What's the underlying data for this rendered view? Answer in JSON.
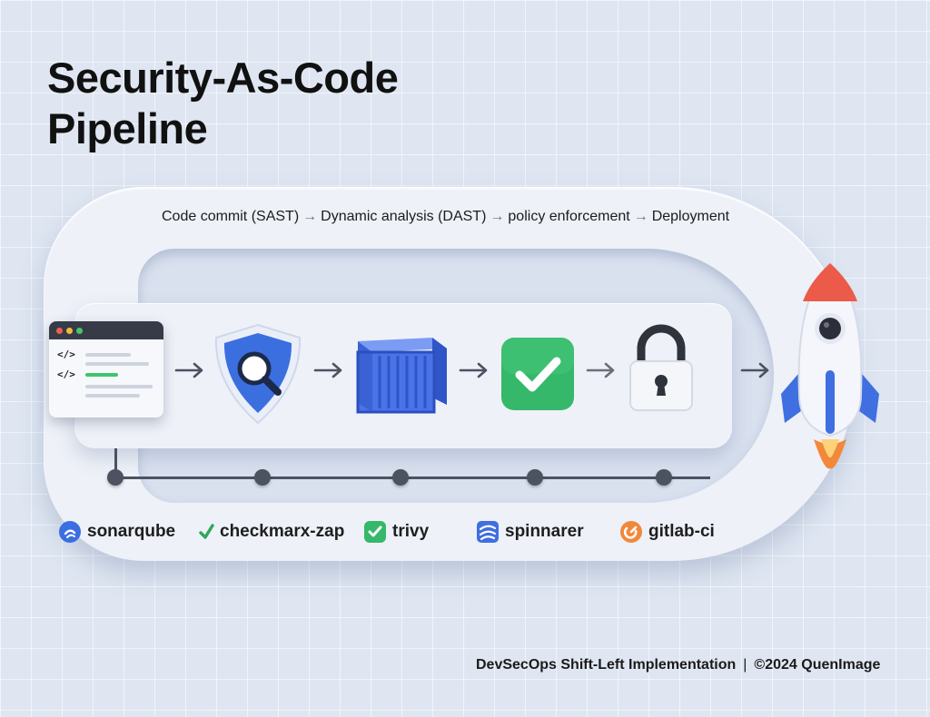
{
  "title": {
    "line1": "Security-As-Code",
    "line2": "Pipeline"
  },
  "flow": {
    "steps": [
      "Code commit (SAST)",
      "Dynamic analysis (DAST)",
      "policy enforcement",
      "Deployment"
    ],
    "arrow": "→"
  },
  "code_window": {
    "tag1": "</>",
    "tag2": "</>"
  },
  "stage_icons": [
    "code-window-icon",
    "shield-search-icon",
    "container-icon",
    "checkmark-icon",
    "padlock-icon",
    "rocket-icon"
  ],
  "tools": [
    {
      "name": "sonarqube",
      "icon": "sonarqube-icon"
    },
    {
      "name": "checkmarx-zap",
      "icon": "checkmarx-icon"
    },
    {
      "name": "trivy",
      "icon": "trivy-check-icon"
    },
    {
      "name": "spinnarer",
      "icon": "spinnaker-icon"
    },
    {
      "name": "gitlab-ci",
      "icon": "gitlab-icon"
    }
  ],
  "footer": {
    "left": "DevSecOps Shift-Left Implementation",
    "separator": "|",
    "right": "©2024 QuenImage"
  },
  "colors": {
    "shield": "#3b6fe0",
    "container": "#4a73e8",
    "check": "#35b86a",
    "rocket_nose": "#ec5a4a",
    "rocket_fin": "#3f6fe0",
    "flame": "#f2883a"
  }
}
